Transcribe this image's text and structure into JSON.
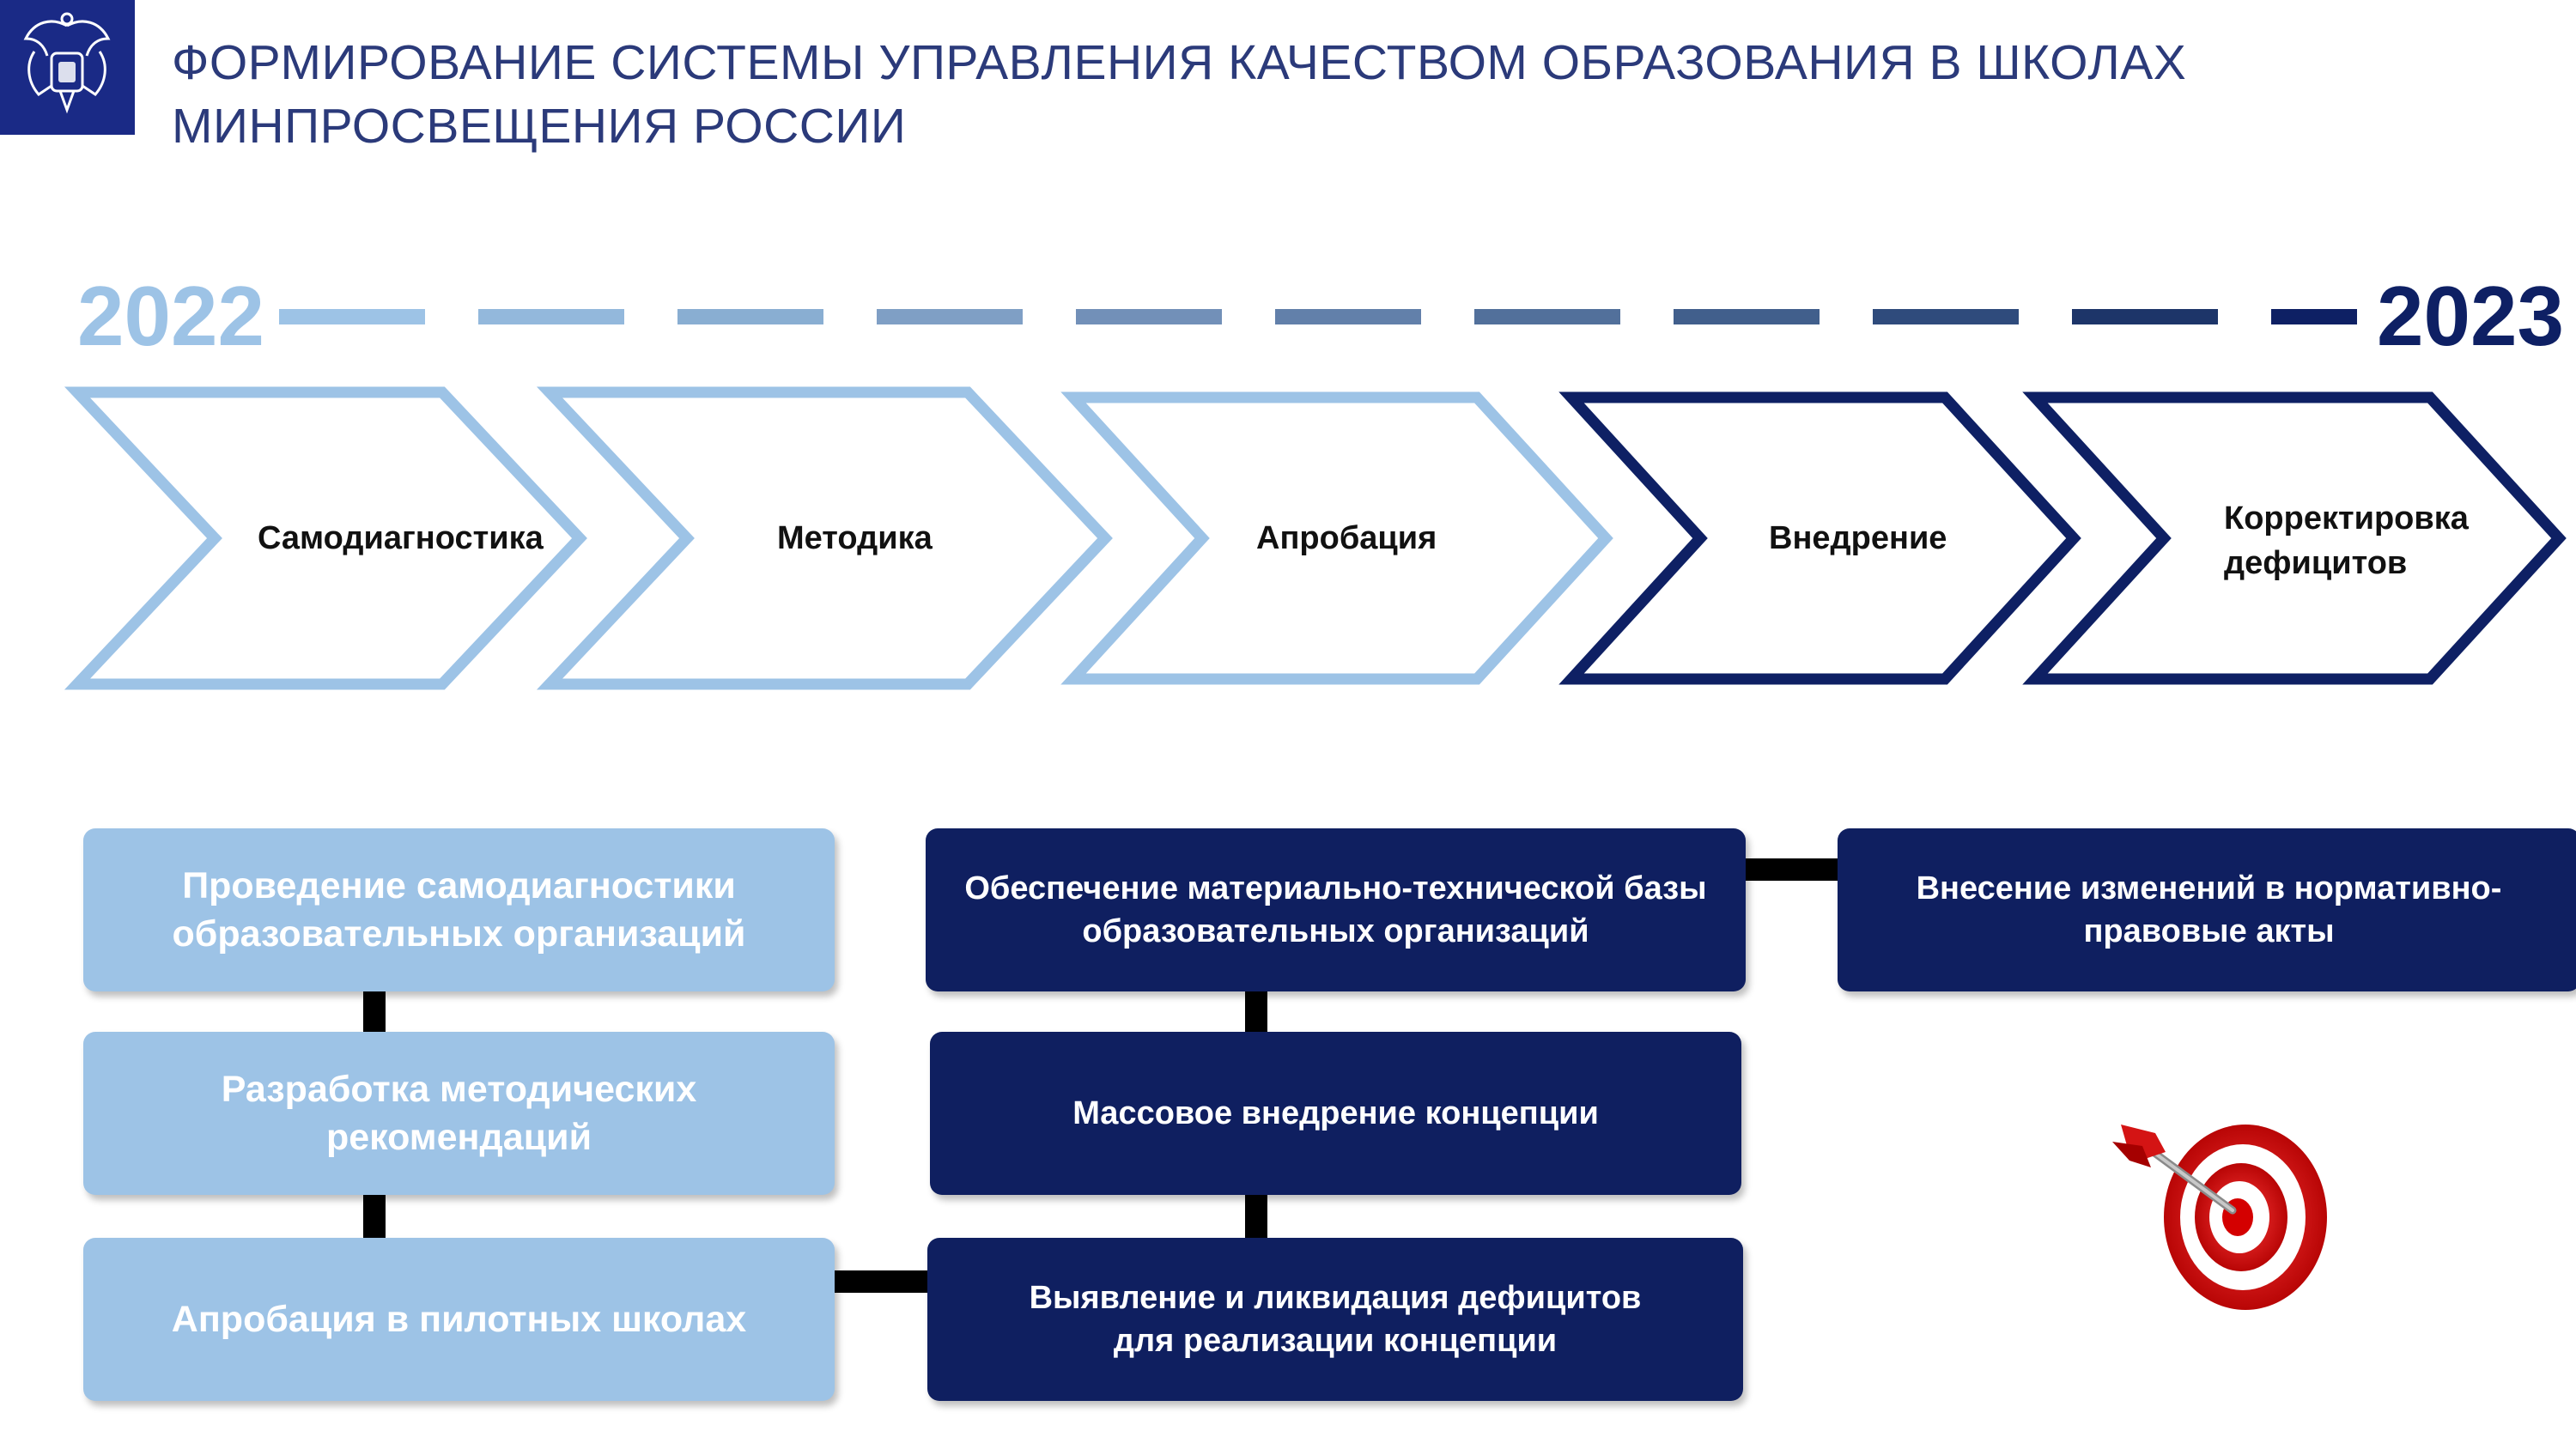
{
  "header": {
    "title_line1": "ФОРМИРОВАНИЕ СИСТЕМЫ УПРАВЛЕНИЯ КАЧЕСТВОМ ОБРАЗОВАНИЯ В ШКОЛАХ",
    "title_line2": "МИНПРОСВЕЩЕНИЯ РОССИИ",
    "emblem_icon": "coat-of-arms-icon"
  },
  "timeline": {
    "start_year": "2022",
    "end_year": "2023",
    "colors": {
      "light": "#9dc3e6",
      "dark": "#0e2064"
    }
  },
  "stages": [
    {
      "label": "Самодиагностика",
      "style": "light"
    },
    {
      "label": "Методика",
      "style": "light"
    },
    {
      "label": "Апробация",
      "style": "light"
    },
    {
      "label": "Внедрение",
      "style": "dark"
    },
    {
      "label_line1": "Корректировка",
      "label_line2": "дефицитов",
      "style": "dark"
    }
  ],
  "steps": {
    "self_diagnostics": "Проведение самодиагностики образовательных организаций",
    "method_recommendations": "Разработка методических рекомендаций",
    "pilot_testing": "Апробация в пилотных школах",
    "deficits": "Выявление и ликвидация дефицитов для реализации концепции",
    "mass_implementation": "Массовое внедрение концепции",
    "material_base": "Обеспечение материально-технической базы образовательных организаций",
    "legal_acts": "Внесение изменений в нормативно-правовые акты"
  },
  "decor": {
    "target_icon": "dart-target-icon"
  }
}
